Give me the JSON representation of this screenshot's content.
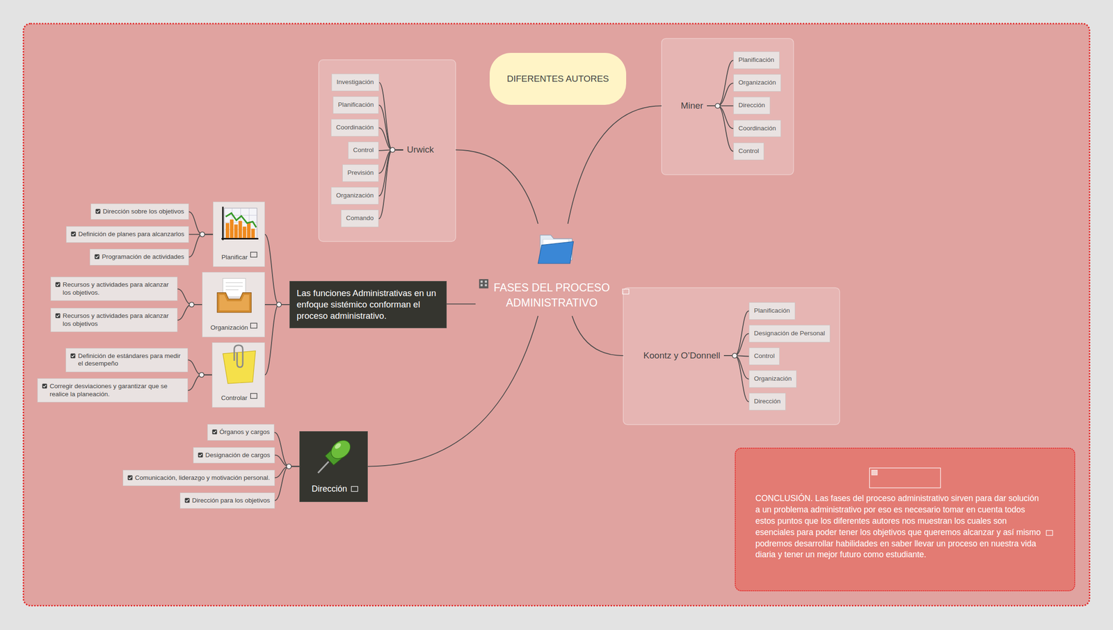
{
  "diagram": {
    "nodes": [
      {
        "text": [
          "FASES DEL PROCESO ADMINISTRATIVO"
        ]
      },
      {
        "text": [
          "DIFERENTES AUTORES"
        ]
      },
      {
        "text": [
          "Urwick"
        ]
      },
      {
        "text": [
          "Investigación"
        ]
      },
      {
        "text": [
          "Planificación"
        ]
      },
      {
        "text": [
          "Coordinación"
        ]
      },
      {
        "text": [
          "Control"
        ]
      },
      {
        "text": [
          "Previsión"
        ]
      },
      {
        "text": [
          "Organización"
        ]
      },
      {
        "text": [
          "Comando"
        ]
      },
      {
        "text": [
          "Miner"
        ]
      },
      {
        "text": [
          "Planificación"
        ]
      },
      {
        "text": [
          "Organización"
        ]
      },
      {
        "text": [
          "Dirección"
        ]
      },
      {
        "text": [
          "Coordinación"
        ]
      },
      {
        "text": [
          "Control"
        ]
      },
      {
        "text": [
          "Koontz y O’Donnell"
        ]
      },
      {
        "text": [
          "Planificación"
        ]
      },
      {
        "text": [
          "Designación de Personal"
        ]
      },
      {
        "text": [
          "Control"
        ]
      },
      {
        "text": [
          "Organización"
        ]
      },
      {
        "text": [
          "Dirección"
        ]
      },
      {
        "text": [
          "Las funciones Administrativas en un enfoque sistémico conforman el proceso administrativo."
        ]
      },
      {
        "text": [
          "Planificar"
        ]
      },
      {
        "text": [
          "Dirección sobre los objetivos"
        ]
      },
      {
        "text": [
          "Definición de planes para alcanzarlos"
        ]
      },
      {
        "text": [
          "Programación de actividades"
        ]
      },
      {
        "text": [
          "Organización"
        ]
      },
      {
        "text": [
          "Recursos y actividades para alcanzar los objetivos."
        ]
      },
      {
        "text": [
          "Recursos y actividades para alcanzar los objetivos"
        ]
      },
      {
        "text": [
          "Controlar"
        ]
      },
      {
        "text": [
          "Definición de estándares para medir el desempeño"
        ]
      },
      {
        "text": [
          "Corregir desviaciones y garantizar que se realice la planeación."
        ]
      },
      {
        "text": [
          "Dirección"
        ]
      },
      {
        "text": [
          "Órganos y cargos"
        ]
      },
      {
        "text": [
          "Designación de cargos"
        ]
      },
      {
        "text": [
          "Comunicación, liderazgo y motivación personal."
        ]
      },
      {
        "text": [
          "Dirección para los objetivos"
        ]
      },
      {
        "text": [
          "CONCLUSIÓN. Las fases del proceso administrativo sirven para dar solución a un problema administrativo por eso es necesario tomar en cuenta todos estos puntos que los diferentes autores nos muestran los cuales son esenciales para poder tener los objetivos que queremos alcanzar y así mismo podremos desarrollar habilidades en saber llevar un proceso en nuestra vida diaria y tener un mejor futuro como estudiante."
        ]
      }
    ],
    "edges": [
      {
        "from": 0,
        "to": 2,
        "arrow": "none"
      },
      {
        "from": 0,
        "to": 10,
        "arrow": "none"
      },
      {
        "from": 0,
        "to": 16,
        "arrow": "none"
      },
      {
        "from": 0,
        "to": 22,
        "arrow": "none"
      },
      {
        "from": 0,
        "to": 33,
        "arrow": "none"
      },
      {
        "from": 2,
        "to": 3,
        "arrow": "none"
      },
      {
        "from": 2,
        "to": 4,
        "arrow": "none"
      },
      {
        "from": 2,
        "to": 5,
        "arrow": "none"
      },
      {
        "from": 2,
        "to": 6,
        "arrow": "none"
      },
      {
        "from": 2,
        "to": 7,
        "arrow": "none"
      },
      {
        "from": 2,
        "to": 8,
        "arrow": "none"
      },
      {
        "from": 2,
        "to": 9,
        "arrow": "none"
      },
      {
        "from": 10,
        "to": 11,
        "arrow": "none"
      },
      {
        "from": 10,
        "to": 12,
        "arrow": "none"
      },
      {
        "from": 10,
        "to": 13,
        "arrow": "none"
      },
      {
        "from": 10,
        "to": 14,
        "arrow": "none"
      },
      {
        "from": 10,
        "to": 15,
        "arrow": "none"
      },
      {
        "from": 16,
        "to": 17,
        "arrow": "none"
      },
      {
        "from": 16,
        "to": 18,
        "arrow": "none"
      },
      {
        "from": 16,
        "to": 19,
        "arrow": "none"
      },
      {
        "from": 16,
        "to": 20,
        "arrow": "none"
      },
      {
        "from": 16,
        "to": 21,
        "arrow": "none"
      },
      {
        "from": 22,
        "to": 23,
        "arrow": "none"
      },
      {
        "from": 22,
        "to": 27,
        "arrow": "none"
      },
      {
        "from": 22,
        "to": 30,
        "arrow": "none"
      },
      {
        "from": 23,
        "to": 24,
        "arrow": "none"
      },
      {
        "from": 23,
        "to": 25,
        "arrow": "none"
      },
      {
        "from": 23,
        "to": 26,
        "arrow": "none"
      },
      {
        "from": 27,
        "to": 28,
        "arrow": "none"
      },
      {
        "from": 27,
        "to": 29,
        "arrow": "none"
      },
      {
        "from": 30,
        "to": 31,
        "arrow": "none"
      },
      {
        "from": 30,
        "to": 32,
        "arrow": "none"
      },
      {
        "from": 33,
        "to": 34,
        "arrow": "none"
      },
      {
        "from": 33,
        "to": 35,
        "arrow": "none"
      },
      {
        "from": 33,
        "to": 36,
        "arrow": "none"
      },
      {
        "from": 33,
        "to": 37,
        "arrow": "none"
      }
    ]
  }
}
